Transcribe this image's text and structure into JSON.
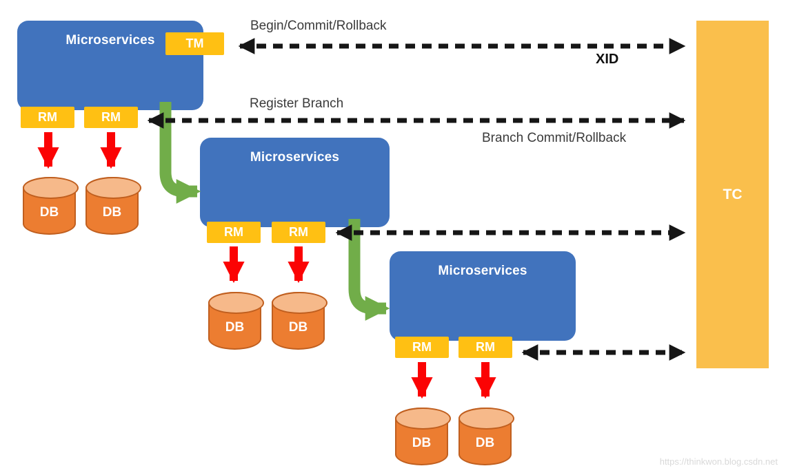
{
  "diagram": {
    "microservices": [
      {
        "label": "Microservices",
        "tm": "TM",
        "rm": [
          "RM",
          "RM"
        ],
        "db": [
          "DB",
          "DB"
        ]
      },
      {
        "label": "Microservices",
        "rm": [
          "RM",
          "RM"
        ],
        "db": [
          "DB",
          "DB"
        ]
      },
      {
        "label": "Microservices",
        "rm": [
          "RM",
          "RM"
        ],
        "db": [
          "DB",
          "DB"
        ]
      }
    ],
    "coordinator": {
      "label": "TC"
    },
    "edge_labels": {
      "begin_commit_rollback": "Begin/Commit/Rollback",
      "xid": "XID",
      "register_branch": "Register Branch",
      "branch_commit_rollback": "Branch Commit/Rollback"
    },
    "watermark": "https://thinkwon.blog.csdn.net"
  },
  "colors": {
    "microservice_blue": "#4173BD",
    "badge_gold": "#FFC013",
    "tc_gold": "#FABF4C",
    "db_orange": "#EC7D31",
    "db_top_orange": "#F6B98A",
    "db_border_orange": "#C05F1F",
    "arrow_red": "#FB0304",
    "arrow_green": "#71AD49",
    "arrow_black": "#161616",
    "label_text": "#3B3B3B"
  }
}
